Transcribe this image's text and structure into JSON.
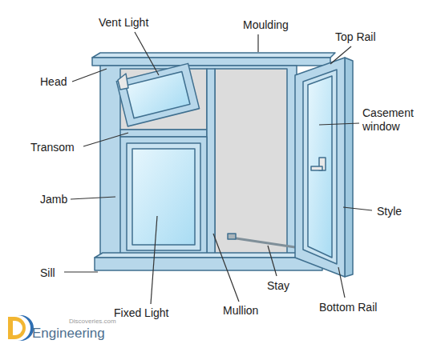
{
  "diagram": {
    "labels": [
      "Vent Light",
      "Moulding",
      "Top Rail",
      "Head",
      "Casement window",
      "Transom",
      "Jamb",
      "Style",
      "Sill",
      "Fixed Light",
      "Mullion",
      "Stay",
      "Bottom Rail",
      "Discoveries.com",
      "Engineering"
    ]
  }
}
